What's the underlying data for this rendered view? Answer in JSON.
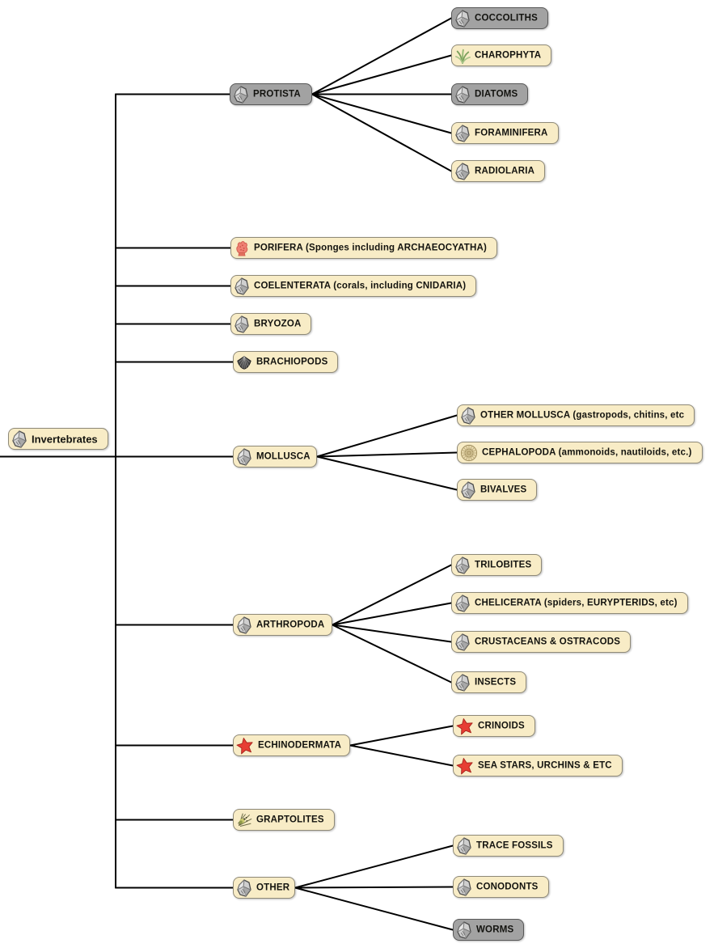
{
  "root": {
    "label": "Invertebrates",
    "icon": "rock-icon",
    "variant": "cream"
  },
  "branches": [
    {
      "label": "PROTISTA",
      "icon": "rock-icon",
      "variant": "gray",
      "children": [
        {
          "label": "COCCOLITHS",
          "icon": "rock-icon",
          "variant": "gray"
        },
        {
          "label": "CHAROPHYTA",
          "icon": "plant-icon",
          "variant": "cream"
        },
        {
          "label": "DIATOMS",
          "icon": "rock-icon",
          "variant": "gray"
        },
        {
          "label": "FORAMINIFERA",
          "icon": "rock-icon",
          "variant": "cream"
        },
        {
          "label": "RADIOLARIA",
          "icon": "rock-icon",
          "variant": "cream"
        }
      ]
    },
    {
      "label": "PORIFERA (Sponges including ARCHAEOCYATHA)",
      "icon": "sponge-icon",
      "variant": "cream",
      "children": []
    },
    {
      "label": "COELENTERATA (corals, including CNIDARIA)",
      "icon": "rock-icon",
      "variant": "cream",
      "children": []
    },
    {
      "label": "BRYOZOA",
      "icon": "rock-icon",
      "variant": "cream",
      "children": []
    },
    {
      "label": "BRACHIOPODS",
      "icon": "brachiopod-icon",
      "variant": "cream",
      "children": []
    },
    {
      "label": "MOLLUSCA",
      "icon": "rock-icon",
      "variant": "cream",
      "children": [
        {
          "label": "OTHER MOLLUSCA (gastropods, chitins, etc",
          "icon": "rock-icon",
          "variant": "cream"
        },
        {
          "label": "CEPHALOPODA (ammonoids, nautiloids, etc.)",
          "icon": "ammonite-icon",
          "variant": "cream"
        },
        {
          "label": "BIVALVES",
          "icon": "rock-icon",
          "variant": "cream"
        }
      ]
    },
    {
      "label": "ARTHROPODA",
      "icon": "rock-icon",
      "variant": "cream",
      "children": [
        {
          "label": "TRILOBITES",
          "icon": "rock-icon",
          "variant": "cream"
        },
        {
          "label": "CHELICERATA (spiders, EURYPTERIDS, etc)",
          "icon": "rock-icon",
          "variant": "cream"
        },
        {
          "label": "CRUSTACEANS & OSTRACODS",
          "icon": "rock-icon",
          "variant": "cream"
        },
        {
          "label": "INSECTS",
          "icon": "rock-icon",
          "variant": "cream"
        }
      ]
    },
    {
      "label": "ECHINODERMATA",
      "icon": "starfish-icon",
      "variant": "cream",
      "children": [
        {
          "label": "CRINOIDS",
          "icon": "starfish-icon",
          "variant": "cream"
        },
        {
          "label": "SEA STARS, URCHINS & ETC",
          "icon": "starfish-icon",
          "variant": "cream"
        }
      ]
    },
    {
      "label": "GRAPTOLITES",
      "icon": "graptolite-icon",
      "variant": "cream",
      "children": []
    },
    {
      "label": "OTHER",
      "icon": "rock-icon",
      "variant": "cream",
      "children": [
        {
          "label": "TRACE FOSSILS",
          "icon": "rock-icon",
          "variant": "cream"
        },
        {
          "label": "CONODONTS",
          "icon": "rock-icon",
          "variant": "cream"
        },
        {
          "label": "WORMS",
          "icon": "rock-icon",
          "variant": "gray"
        }
      ]
    }
  ],
  "colors": {
    "node_fill_cream": "#f8ecc6",
    "node_fill_gray": "#a2a2a2",
    "node_border_cream": "#8f8a78",
    "node_border_gray": "#585858",
    "connector_line": "#000000",
    "label_text": "#13130f",
    "starfish_red": "#e73d33",
    "sponge_red": "#ef8173",
    "plant_green": "#93b871",
    "ammonite_tan": "#e8d9ae",
    "graptolite_olive": "#8f9a4a",
    "rock_gray": "#cfcfcf"
  }
}
